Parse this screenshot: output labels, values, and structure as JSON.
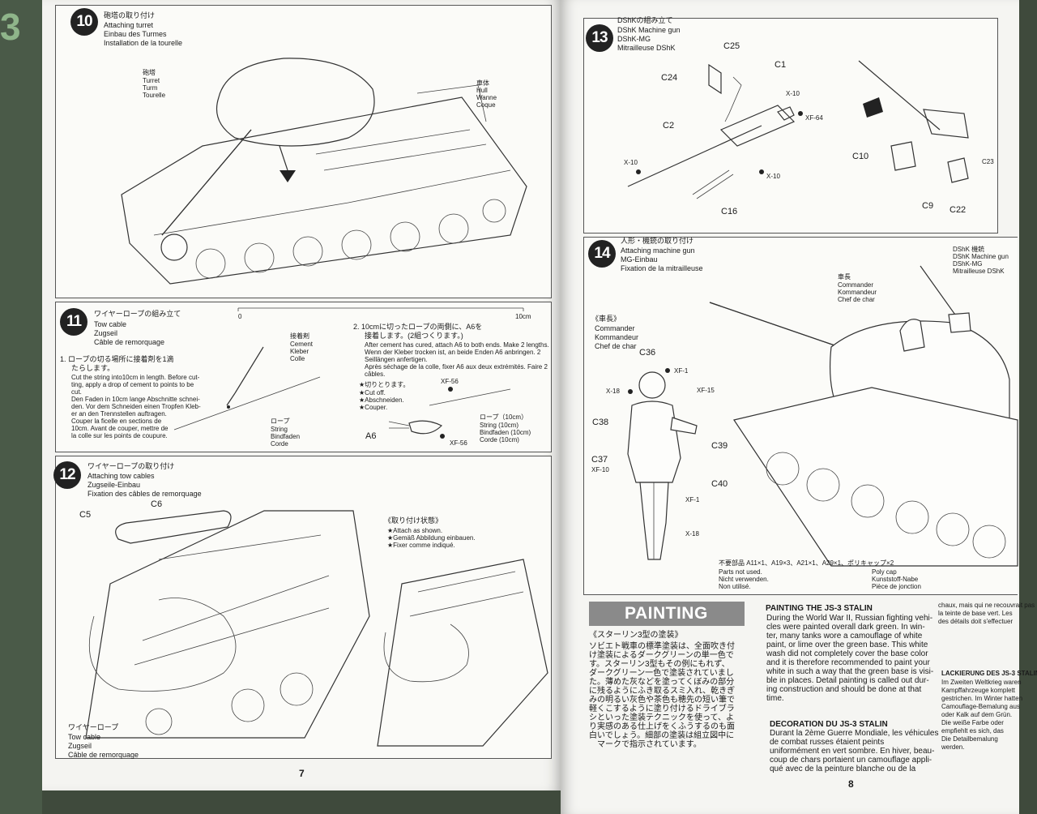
{
  "edge_number": "3",
  "left_page": {
    "page_number": "7",
    "step10": {
      "number": "10",
      "title_jp": "砲塔の取り付け",
      "title_en": "Attaching turret",
      "title_de": "Einbau des Turmes",
      "title_fr": "Installation de la tourelle",
      "turret_label": [
        "砲塔",
        "Turret",
        "Turm",
        "Tourelle"
      ],
      "hull_label": [
        "車体",
        "Hull",
        "Wanne",
        "Coque"
      ]
    },
    "step11": {
      "number": "11",
      "title_jp": "ワイヤーロープの組み立て",
      "title_en": "Tow cable",
      "title_de": "Zugseil",
      "title_fr": "Câble de remorquage",
      "scale_start": "0",
      "scale_end": "10cm",
      "instr1_jp": [
        "1. ロープの切る場所に接着剤を1滴",
        "たらします。"
      ],
      "instr1_text": [
        "Cut the string into10cm in length. Before cut-",
        "ting, apply a drop of cement to points to be",
        "cut.",
        "Den Faden in 10cm lange Abschnitte schnei-",
        "den. Vor dem Schneiden einen Tropfen Kleb-",
        "er an den Trennstellen auftragen.",
        "Couper la ficelle en sections de",
        "10cm. Avant de couper, mettre de",
        "la colle sur les points de coupure."
      ],
      "cement_label": [
        "接着剤",
        "Cement",
        "Kleber",
        "Colle"
      ],
      "rope_label": [
        "ロープ",
        "String",
        "Bindfaden",
        "Corde"
      ],
      "instr2_jp": [
        "2. 10cmに切ったロープの両側に、A6を",
        "接着します。(2組つくります。)"
      ],
      "instr2_text": [
        "After cement has cured, attach A6 to both ends. Make 2 lengths.",
        "Wenn der Kleber trocken ist, an beide Enden A6 anbringen. 2",
        "Seillängen anfertigen.",
        "Après séchage de la colle, fixer A6 aux deux extrémités. Faire 2",
        "câbles."
      ],
      "cut_label": [
        "★切りとります。",
        "★Cut off.",
        "★Abschneiden.",
        "★Couper."
      ],
      "paint_a": "XF-56",
      "paint_b": "XF-56",
      "part_a6": "A6",
      "rope10_label": [
        "ロープ（10cm）",
        "String (10cm)",
        "Bindfaden (10cm)",
        "Corde (10cm)"
      ]
    },
    "step12": {
      "number": "12",
      "title_jp": "ワイヤーロープの取り付け",
      "title_en": "Attaching tow cables",
      "title_de": "Zugseile-Einbau",
      "title_fr": "Fixation des câbles de remorquage",
      "part_c5": "C5",
      "part_c6": "C6",
      "attached_label": [
        "《取り付け状態》",
        "★Attach as shown.",
        "★Gemäß Abbildung einbauen.",
        "★Fixer comme indiqué."
      ],
      "cable_label": [
        "ワイヤーロープ",
        "Tow cable",
        "Zugseil",
        "Câble de remorquage"
      ]
    }
  },
  "right_page": {
    "page_number": "8",
    "step13": {
      "number": "13",
      "title_jp": "DShKの組み立て",
      "title_en": "DShK Machine gun",
      "title_de": "DShK-MG",
      "title_fr": "Mitrailleuse DShK",
      "parts": [
        "C25",
        "C1",
        "C24",
        "C2",
        "C10",
        "C9",
        "C22",
        "C16",
        "C23"
      ],
      "paints": [
        "X-10",
        "XF-64",
        "X-10",
        "X-10"
      ]
    },
    "step14": {
      "number": "14",
      "title_jp": "人形・機銃の取り付け",
      "title_en": "Attaching machine gun",
      "title_de": "MG-Einbau",
      "title_fr": "Fixation de la mitrailleuse",
      "dshk_label": [
        "DShK 機銃",
        "DShK Machine gun",
        "DShK-MG",
        "Mitrailleuse DShK"
      ],
      "commander_label": [
        "車長",
        "Commander",
        "Kommandeur",
        "Chef de char"
      ],
      "commander_label2": [
        "《車長》",
        "Commander",
        "Kommandeur",
        "Chef de char"
      ],
      "parts": [
        "C36",
        "C38",
        "C39",
        "C37",
        "C40"
      ],
      "paints": [
        "XF-1",
        "X-18",
        "XF-15",
        "XF-10",
        "XF-1",
        "X-18"
      ],
      "unused_jp": "不要部品 A11×1、A19×3、A21×1、A29×1、ポリキャップ×2",
      "unused": [
        "Parts not used.",
        "Nicht verwenden.",
        "Non utilisé."
      ],
      "polycap": [
        "Poly cap",
        "Kunststoff-Nabe",
        "Pièce de jonction"
      ]
    },
    "painting": {
      "header": "PAINTING",
      "jp_title": "《スターリン3型の塗装》",
      "jp_text": [
        "ソビエト戦車の標準塗装は、全面吹き付",
        "け塗装によるダークグリーンの単一色で",
        "す。スターリン3型もその例にもれず、",
        "ダークグリーン一色で塗装されていまし",
        "た。薄めた灰などを塗ってくぼみの部分",
        "に残るようにふき取るスミ入れ、乾きぎ",
        "みの明るい灰色や茶色も穂先の短い筆で",
        "軽くこするように塗り付けるドライブラ",
        "シといった塗装テクニックを使って、よ",
        "り実感のある仕上げをくふうするのも面",
        "白いでしょう。細部の塗装は組立図中に",
        "マークで指示されています。"
      ],
      "en_title": "PAINTING THE JS-3 STALIN",
      "en_text": [
        "During the World War II, Russian fighting vehi-",
        "cles were painted overall dark green. In win-",
        "ter, many tanks wore a camouflage of white",
        "paint, or lime over the green base. This white",
        "wash did not completely cover the base color",
        "and it is therefore recommended to paint your",
        "white in such a way that the green base is visi-",
        "ble in places. Detail painting is called out dur-",
        "ing construction and should be done at that",
        "time."
      ],
      "fr_title": "DECORATION DU JS-3 STALIN",
      "fr_text": [
        "Durant la 2ème Guerre Mondiale, les véhicules",
        "de combat russes étaient peints",
        "uniformément en vert sombre. En hiver, beau-",
        "coup de chars portaient un camouflage appli-",
        "qué avec de la peinture blanche ou de la"
      ],
      "fr_cont": [
        "chaux, mais qui ne recouvrait pas",
        "la teinte de base vert. Les",
        "des détails doit s'effectuer"
      ],
      "de_title": "LACKIERUNG DES JS-3 STALIN",
      "de_text": [
        "Im Zweiten Weltkrieg waren",
        "Kampffahrzeuge komplett",
        "gestrichen. Im Winter hatten",
        "Camouflage-Bemalung aus",
        "oder Kalk auf dem Grün.",
        "Die weiße Farbe oder",
        "empfiehlt es sich, das",
        "Die Detailbemalung",
        "werden."
      ]
    }
  }
}
